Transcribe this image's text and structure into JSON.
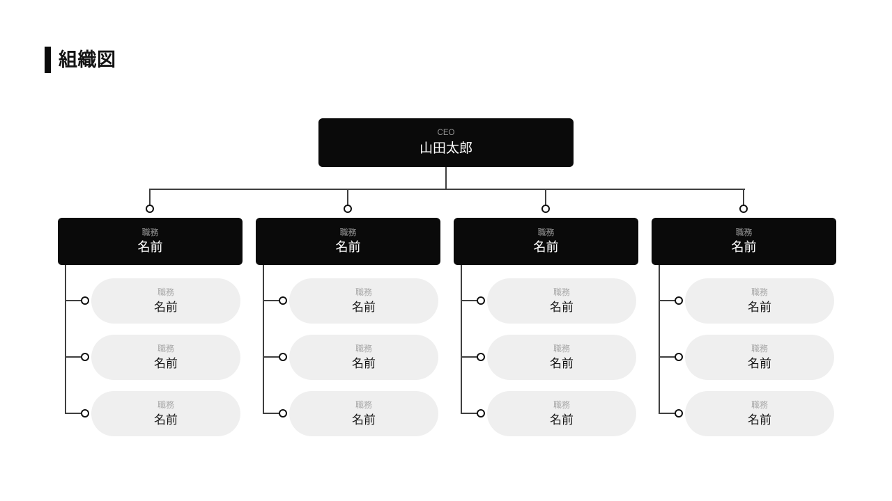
{
  "title": {
    "text": "組織図"
  },
  "org_chart": {
    "ceo": {
      "role": "CEO",
      "name": "山田太郎"
    },
    "departments": [
      {
        "role": "職務",
        "name": "名前",
        "members": [
          {
            "role": "職務",
            "name": "名前"
          },
          {
            "role": "職務",
            "name": "名前"
          },
          {
            "role": "職務",
            "name": "名前"
          }
        ]
      },
      {
        "role": "職務",
        "name": "名前",
        "members": [
          {
            "role": "職務",
            "name": "名前"
          },
          {
            "role": "職務",
            "name": "名前"
          },
          {
            "role": "職務",
            "name": "名前"
          }
        ]
      },
      {
        "role": "職務",
        "name": "名前",
        "members": [
          {
            "role": "職務",
            "name": "名前"
          },
          {
            "role": "職務",
            "name": "名前"
          },
          {
            "role": "職務",
            "name": "名前"
          }
        ]
      },
      {
        "role": "職務",
        "name": "名前",
        "members": [
          {
            "role": "職務",
            "name": "名前"
          },
          {
            "role": "職務",
            "name": "名前"
          },
          {
            "role": "職務",
            "name": "名前"
          }
        ]
      }
    ]
  },
  "colors": {
    "page_background": "#ffffff",
    "title_text": "#141414",
    "title_accent_bar": "#0b0b0b",
    "node_background": "#0a0a0a",
    "node_role_text": "#959595",
    "node_name_text": "#ffffff",
    "member_background": "#efefef",
    "member_role_text": "#a9a9a9",
    "member_name_text": "#161616",
    "connector_line": "#3f3f3f"
  }
}
